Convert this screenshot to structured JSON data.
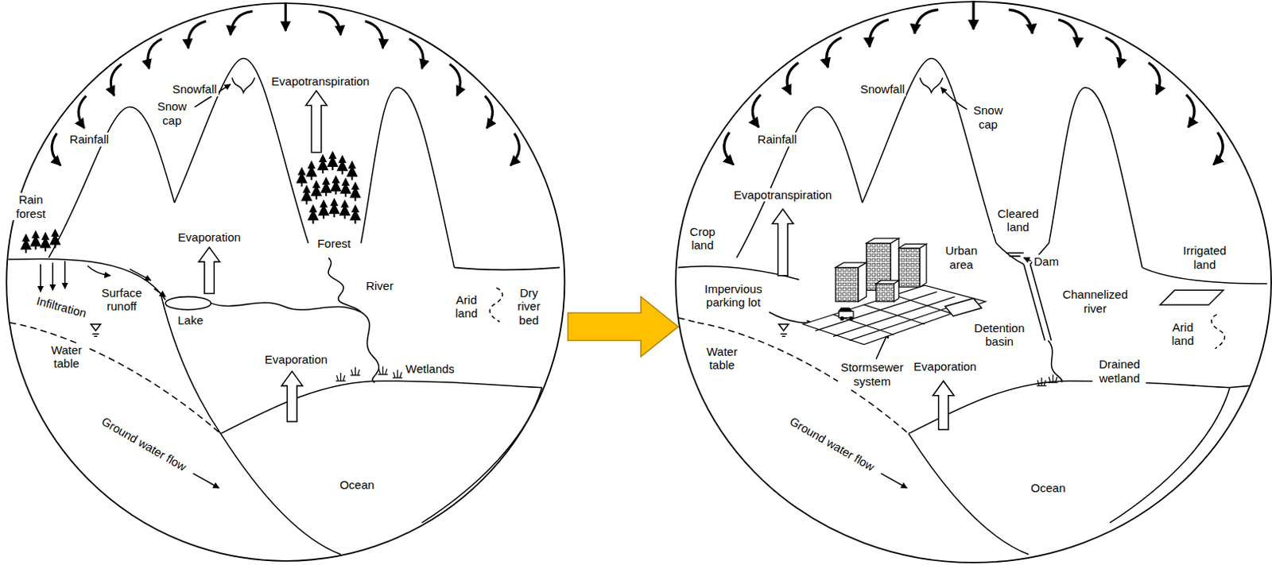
{
  "diagram": {
    "labels": [
      "Snowfall",
      "Snow cap",
      "Evapotranspiration",
      "Rainfall",
      "Rain forest",
      "Evaporation",
      "Forest",
      "Surface runoff",
      "Infiltration",
      "Lake",
      "River",
      "Arid land",
      "Dry river bed",
      "Water table",
      "Evaporation",
      "Wetlands",
      "Ground water flow",
      "Ocean",
      "Snowfall",
      "Snow cap",
      "Rainfall",
      "Evapotranspiration",
      "Crop land",
      "Cleared land",
      "Urban area",
      "Dam",
      "Irrigated land",
      "Impervious parking lot",
      "Channelized river",
      "Detention basin",
      "Arid land",
      "Water table",
      "Stormsewer system",
      "Evaporation",
      "Drained wetland",
      "Ground water flow",
      "Ocean"
    ]
  }
}
